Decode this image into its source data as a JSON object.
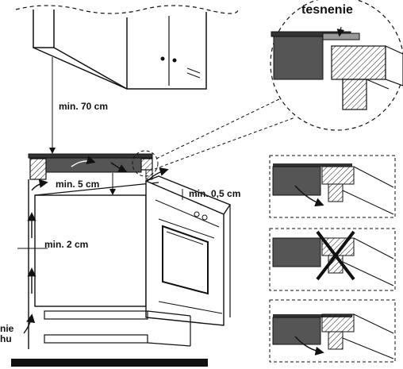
{
  "labels": {
    "seal": "tesnenie",
    "min_70": "min. 70 cm",
    "min_5": "min. 5 cm",
    "min_05": "min. 0,5 cm",
    "min_2": "min. 2 cm",
    "air_line1": "nie",
    "air_line2": "hu"
  },
  "colors": {
    "stroke": "#111111",
    "hob_fill": "#555555",
    "seal_fill": "#9a9a9a",
    "background": "#ffffff"
  }
}
